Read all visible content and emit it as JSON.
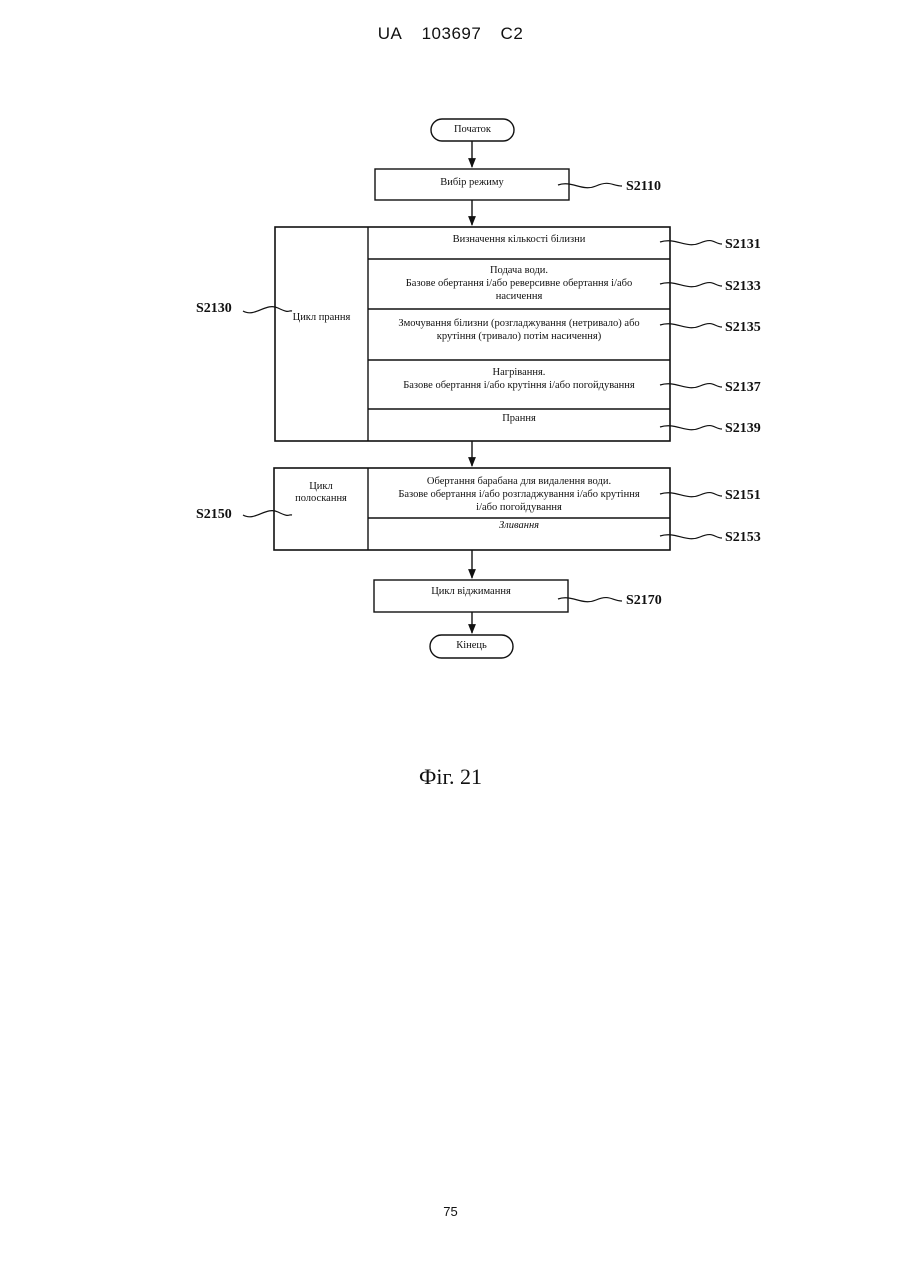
{
  "header": {
    "office": "UA",
    "number": "103697",
    "kind": "C2"
  },
  "flow": {
    "start": "Початок",
    "select_mode": "Вибір режиму",
    "washing_cycle": "Цикл прання",
    "wash_steps": {
      "determine": "Визначення кількості білизни",
      "water_supply_1": "Подача води.",
      "water_supply_2": "Базове обертання і/або реверсивне обертання і/або",
      "water_supply_3": "насичення",
      "wetting_1": "Змочування білизни (розгладжування (нетривало) або",
      "wetting_2": "крутіння (тривало) потім насичення)",
      "heating_1": "Нагрівання.",
      "heating_2": "Базове обертання і/або крутіння і/або погойдування",
      "washing": "Прання"
    },
    "rinse_cycle_1": "Цикл",
    "rinse_cycle_2": "полоскання",
    "rinse_steps": {
      "drum_1": "Обертання барабана для видалення води.",
      "drum_2": "Базове обертання і/або розгладжування і/або крутіння",
      "drum_3": "і/або погойдування",
      "drain": "Зливання"
    },
    "spin_cycle": "Цикл віджимання",
    "end": "Кінець"
  },
  "labels": {
    "s2110": "S2110",
    "s2130": "S2130",
    "s2131": "S2131",
    "s2133": "S2133",
    "s2135": "S2135",
    "s2137": "S2137",
    "s2139": "S2139",
    "s2150": "S2150",
    "s2151": "S2151",
    "s2153": "S2153",
    "s2170": "S2170"
  },
  "caption": "Фіг. 21",
  "page_number": "75"
}
